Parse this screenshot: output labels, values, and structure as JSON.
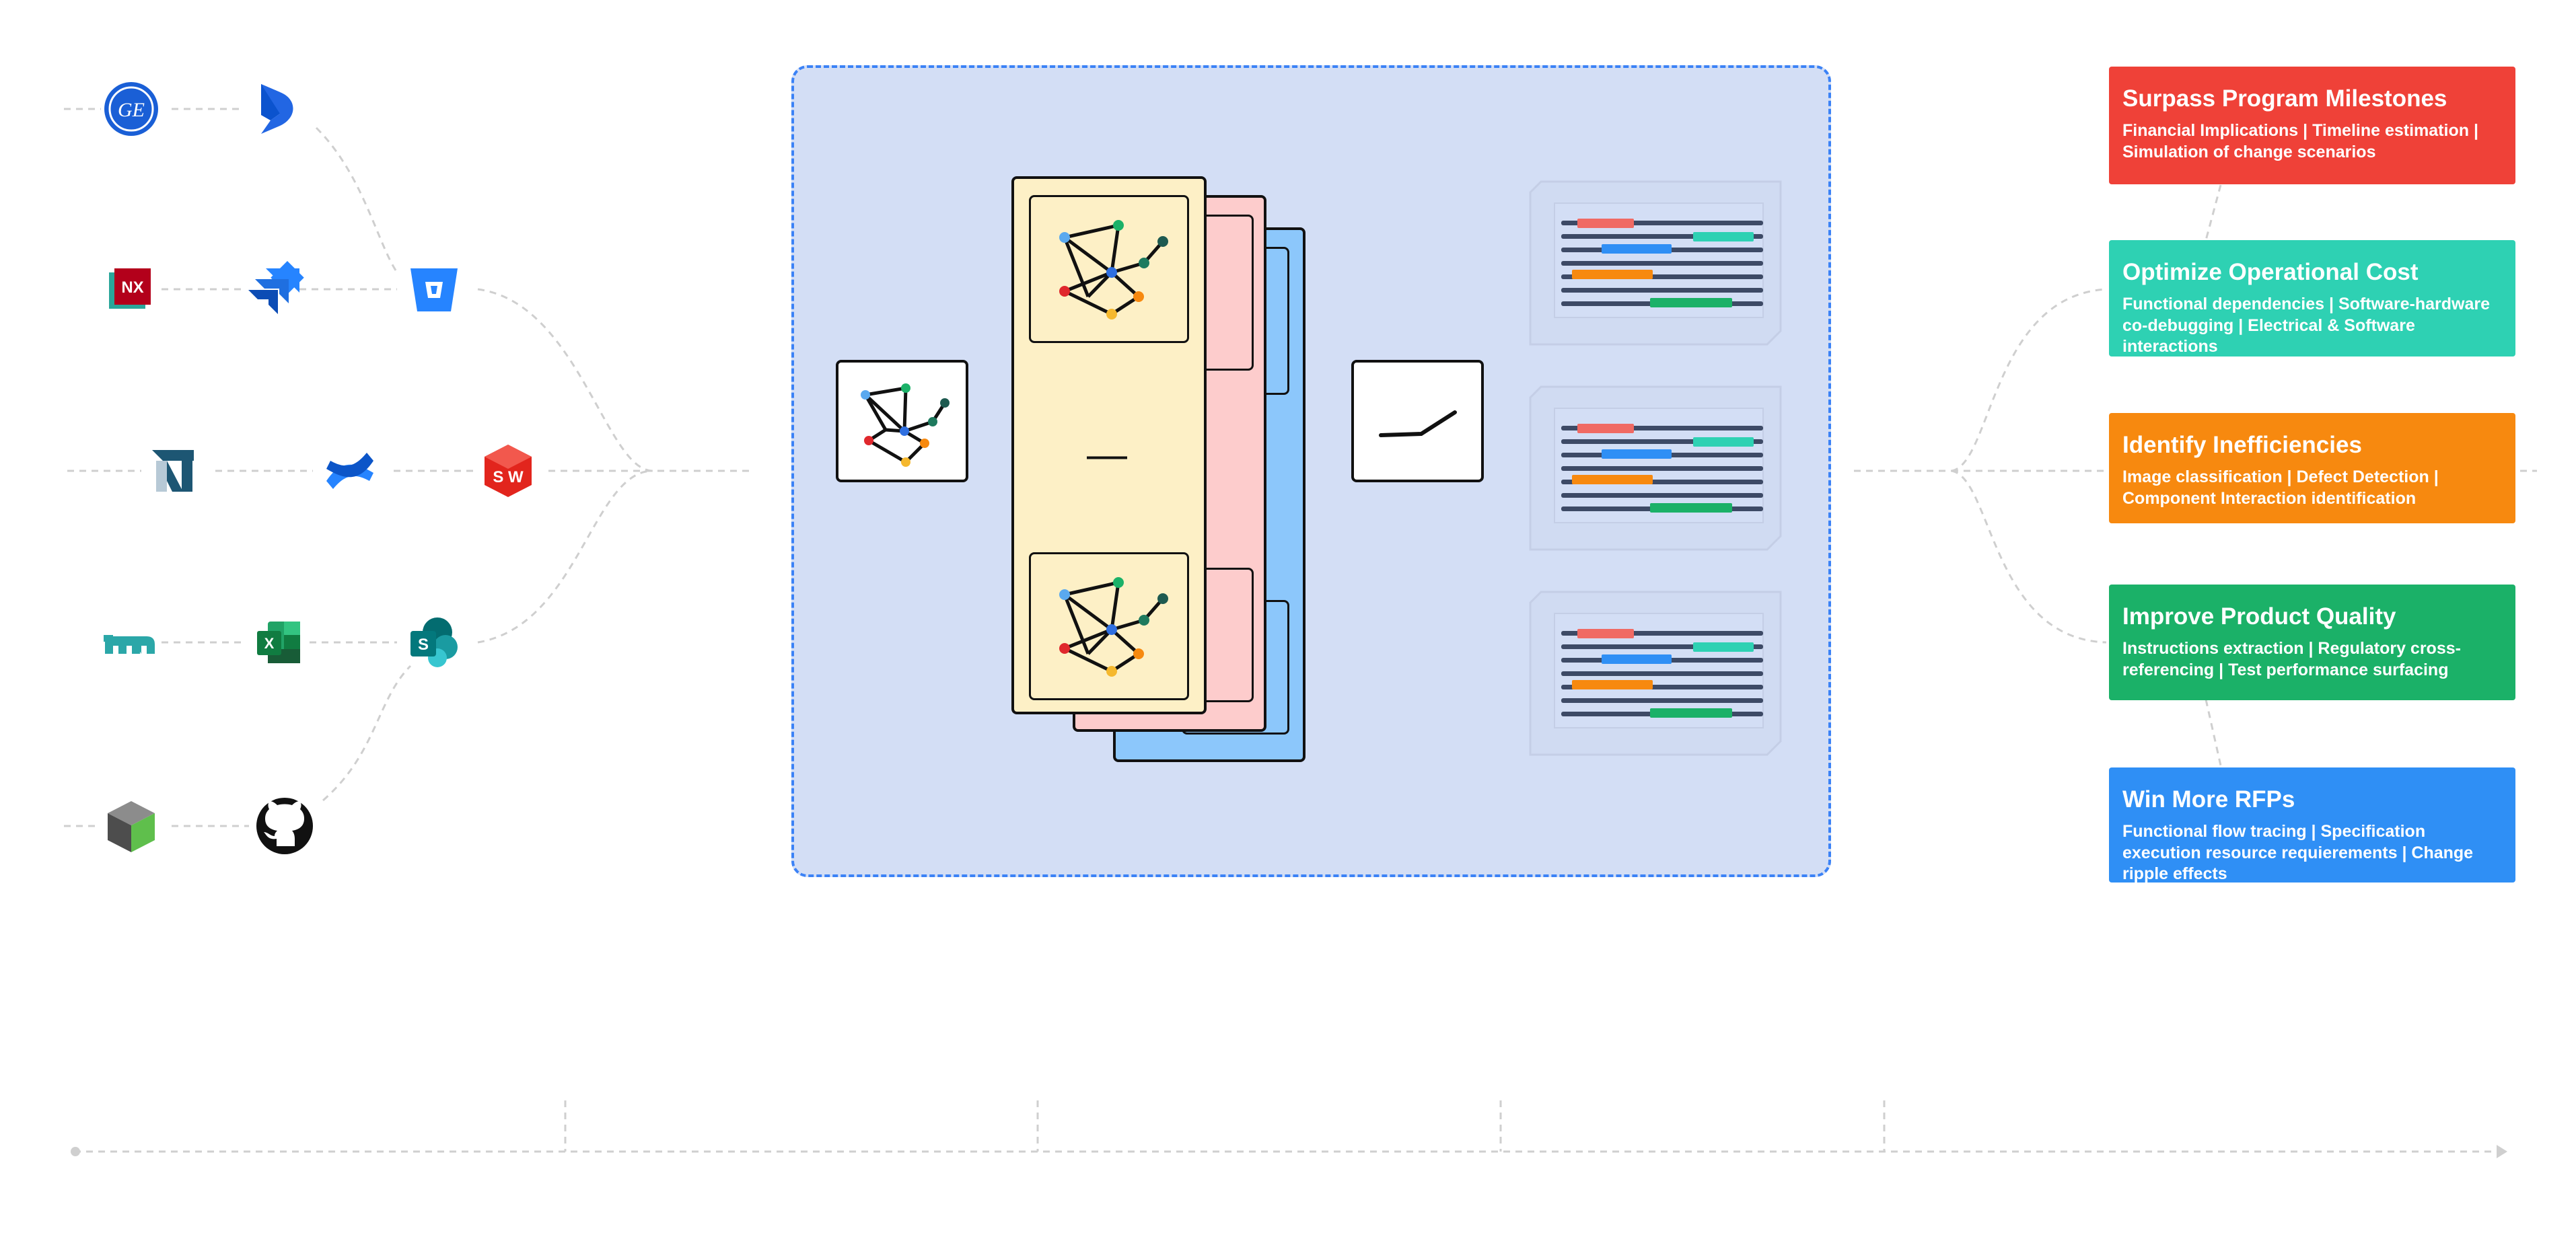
{
  "colors": {
    "red": "#ef4138",
    "teal": "#2ed1b3",
    "orange": "#f7890f",
    "green": "#1bb168",
    "blue": "#2f8ff5",
    "processing_bg": "#d3def5",
    "processing_border": "#3b82f6",
    "doc_bar_dark": "#3d4a66",
    "card_yellow": "#fdf0c6",
    "card_pink": "#fdcccc",
    "card_blue": "#8cc7fb"
  },
  "sources": {
    "icons": [
      "general-electric-logo-icon",
      "dynamics-365-icon",
      "siemens-nx-icon",
      "jira-icon",
      "bitbucket-icon",
      "n-logo-icon",
      "confluence-icon",
      "solidworks-icon",
      "m-logo-icon",
      "excel-icon",
      "sharepoint-icon",
      "3d-cube-icon",
      "github-icon"
    ],
    "solidworks_text": "S W",
    "nx_text": "NX",
    "excel_text": "X",
    "sharepoint_text": "S"
  },
  "processing": {
    "dash_symbol": "—"
  },
  "outcomes": [
    {
      "title": "Surpass Program Milestones",
      "parts": [
        "Financial Implications",
        "Timeline estimation",
        "Simulation of change scenarios"
      ],
      "color": "#ef4138"
    },
    {
      "title": "Optimize Operational Cost",
      "parts": [
        "Functional dependencies",
        "Software-hardware co-debugging",
        "Electrical & Software interactions"
      ],
      "color": "#2ed1b3"
    },
    {
      "title": "Identify Inefficiencies",
      "parts": [
        "Image classification",
        "Defect Detection",
        "Component Interaction identification"
      ],
      "color": "#f7890f"
    },
    {
      "title": "Improve Product Quality",
      "parts": [
        "Instructions extraction",
        "Regulatory cross-referencing",
        "Test performance surfacing"
      ],
      "color": "#1bb168"
    },
    {
      "title": "Win More RFPs",
      "parts": [
        "Functional flow tracing",
        "Specification execution resource requierements",
        "Change ripple effects"
      ],
      "color": "#2f8ff5"
    }
  ]
}
